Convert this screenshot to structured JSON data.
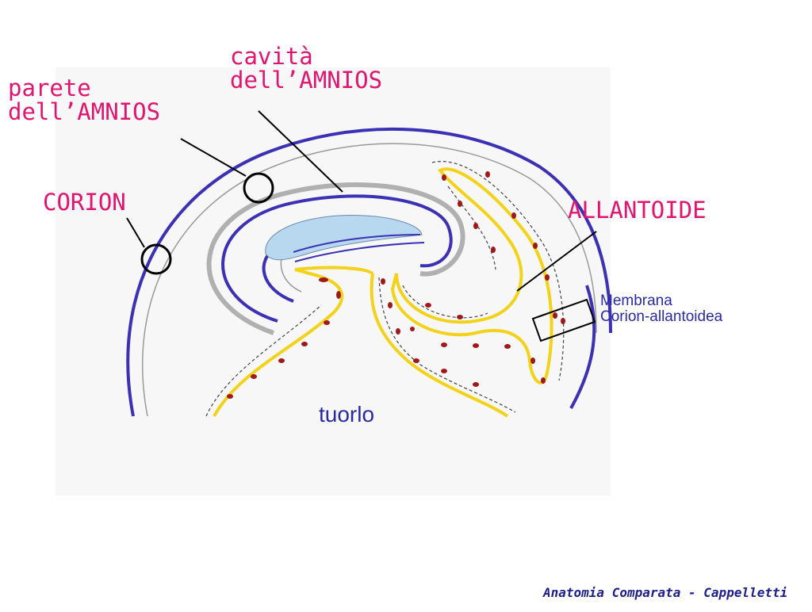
{
  "labels": {
    "cavity_line1": "cavità",
    "cavity_line2": "dell’AMNIOS",
    "wall_line1": "parete",
    "wall_line2": "dell’AMNIOS",
    "chorion": "CORION",
    "allantois": "ALLANTOIDE",
    "membrane_line1": "Membrana",
    "membrane_line2": "Corion-allantoidea",
    "yolk": "tuorlo"
  },
  "footer": "Anatomia Comparata - Cappelletti",
  "colors": {
    "label_pink": "#e0156f",
    "membrane_blue": "#2a2aa0",
    "chorion_blue": "#3c30b4",
    "allantois_yellow": "#f2d21a",
    "embryo_lightblue": "#b8d8f0",
    "dots_red": "#a01818",
    "background_panel": "#f7f7f7"
  }
}
